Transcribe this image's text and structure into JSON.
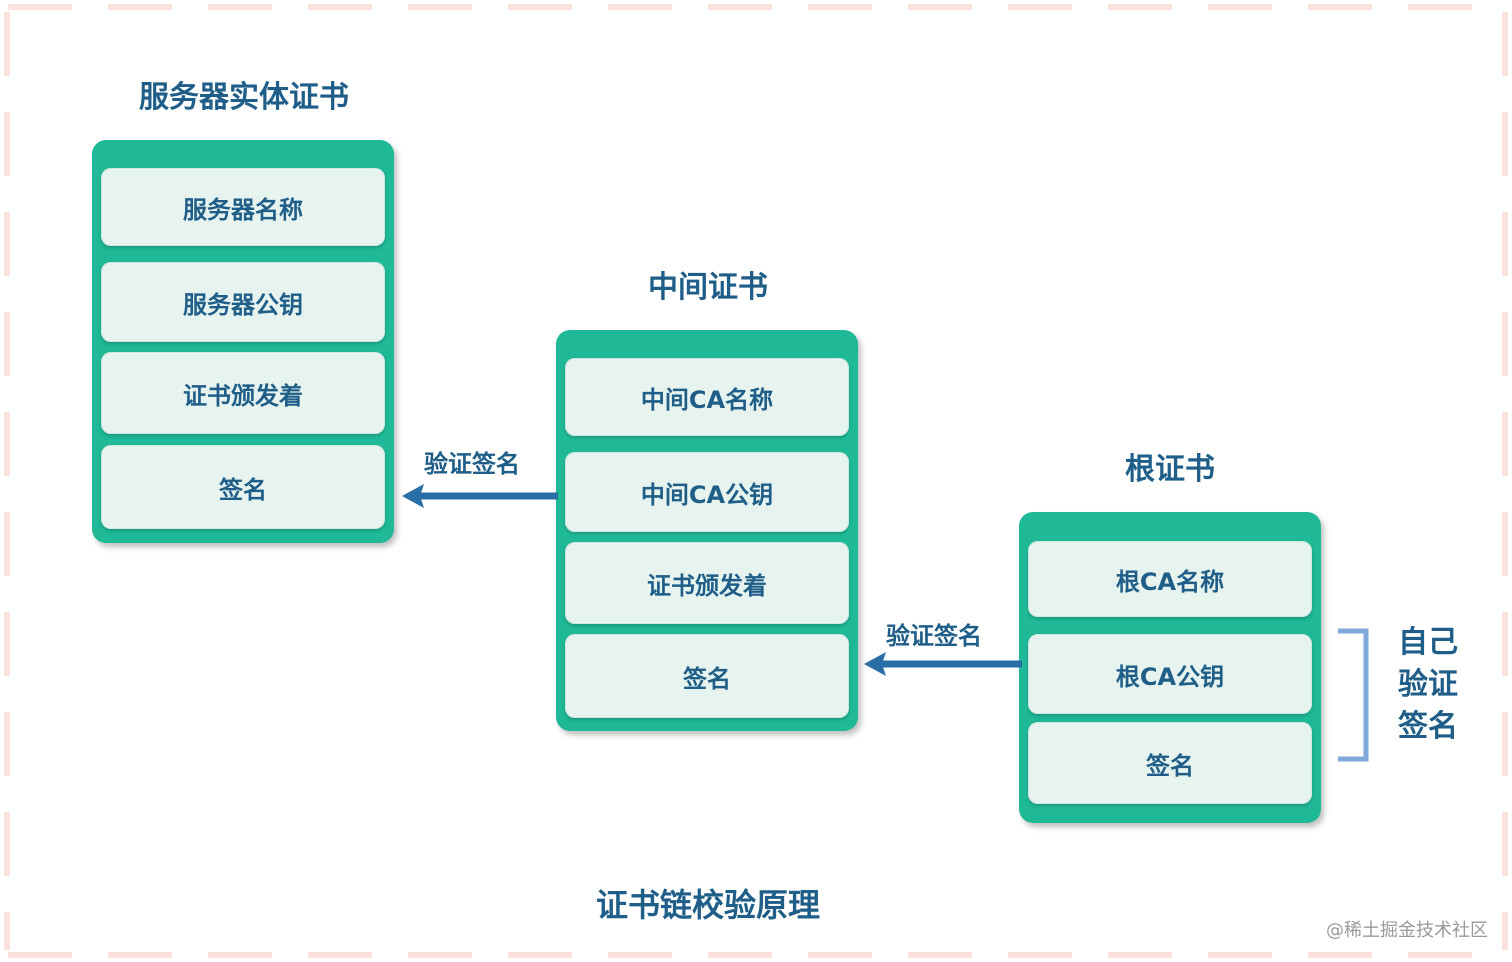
{
  "diagram": {
    "caption": "证书链校验原理",
    "watermark": "@稀土掘金技术社区",
    "colors": {
      "box": "#1fb998",
      "field": "#e6f3ee",
      "text": "#1f5e88",
      "arrow": "#2a6ea8",
      "bracket": "#7eaadc",
      "frame": "#fbe1de"
    },
    "server_cert": {
      "title": "服务器实体证书",
      "fields": [
        "服务器名称",
        "服务器公钥",
        "证书颁发着",
        "签名"
      ]
    },
    "intermediate_cert": {
      "title": "中间证书",
      "fields": [
        "中间CA名称",
        "中间CA公钥",
        "证书颁发着",
        "签名"
      ]
    },
    "root_cert": {
      "title": "根证书",
      "fields": [
        "根CA名称",
        "根CA公钥",
        "签名"
      ]
    },
    "arrows": [
      {
        "label": "验证签名"
      },
      {
        "label": "验证签名"
      }
    ],
    "self_verify": [
      "自己",
      "验证",
      "签名"
    ]
  }
}
